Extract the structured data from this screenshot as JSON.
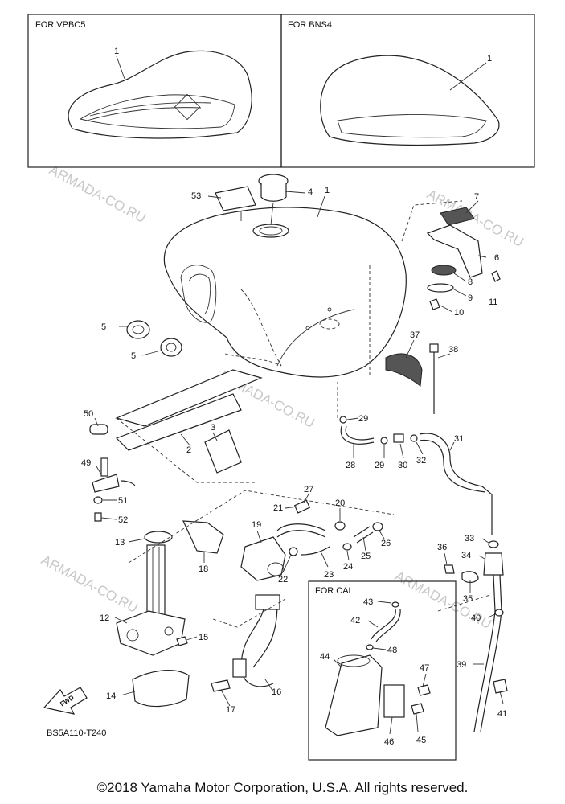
{
  "variants": [
    {
      "label": "FOR VPBC5",
      "callout": "1"
    },
    {
      "label": "FOR BNS4",
      "callout": "1"
    }
  ],
  "watermark": "ARMADA-CO.RU",
  "cal_box": {
    "label": "FOR CAL"
  },
  "fwd_label": "FWD",
  "diagram_code": "BS5A110-T240",
  "copyright": "©2018 Yamaha Motor Corporation, U.S.A. All rights reserved.",
  "callouts": [
    "1",
    "2",
    "3",
    "4",
    "5",
    "5",
    "6",
    "7",
    "8",
    "9",
    "10",
    "11",
    "12",
    "13",
    "14",
    "15",
    "16",
    "17",
    "18",
    "19",
    "20",
    "21",
    "22",
    "23",
    "24",
    "25",
    "26",
    "27",
    "28",
    "29",
    "29",
    "30",
    "31",
    "32",
    "33",
    "34",
    "35",
    "36",
    "37",
    "38",
    "39",
    "40",
    "41",
    "42",
    "43",
    "44",
    "45",
    "46",
    "47",
    "48",
    "49",
    "50",
    "51",
    "52",
    "53"
  ]
}
